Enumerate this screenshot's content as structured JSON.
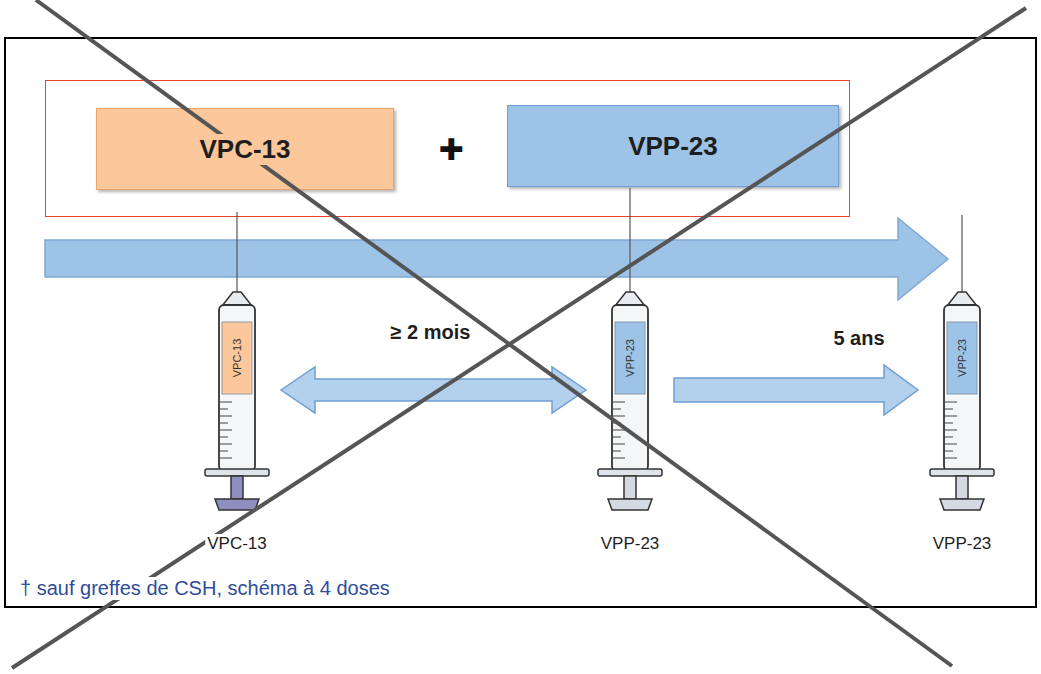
{
  "diagram": {
    "nodes": [
      {
        "text": [
          "✚"
        ]
      },
      {
        "text": [
          "VPC-13"
        ],
        "in": 0
      },
      {
        "text": [
          "VPP-23"
        ],
        "in": 0
      },
      {
        "text": [
          "VPC-13",
          "VPC-13"
        ]
      },
      {
        "text": [
          "VPP-23",
          "VPP-23"
        ]
      },
      {
        "text": [
          "VPP-23",
          "VPP-23"
        ]
      }
    ],
    "edges": [
      {
        "from": 3,
        "to": 4,
        "arrow": "both",
        "label": "≥ 2 mois"
      },
      {
        "from": 4,
        "to": 5,
        "arrow": "to",
        "label": "5 ans"
      }
    ],
    "labels": [
      "† sauf greffes de CSH, schéma à 4 doses"
    ]
  }
}
